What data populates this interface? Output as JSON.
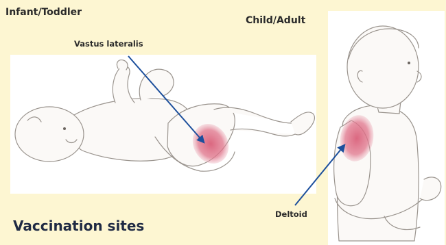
{
  "infant": {
    "heading": "Infant/Toddler",
    "site_label": "Vastus lateralis"
  },
  "child": {
    "heading": "Child/Adult",
    "site_label": "Deltoid"
  },
  "caption": {
    "title": "Vaccination sites"
  },
  "colors": {
    "background": "#fdf6d2",
    "panel": "#ffffff",
    "injection_site": "#d9607a",
    "pointer_arrow": "#1c4f9c",
    "outline": "#9a948e"
  }
}
